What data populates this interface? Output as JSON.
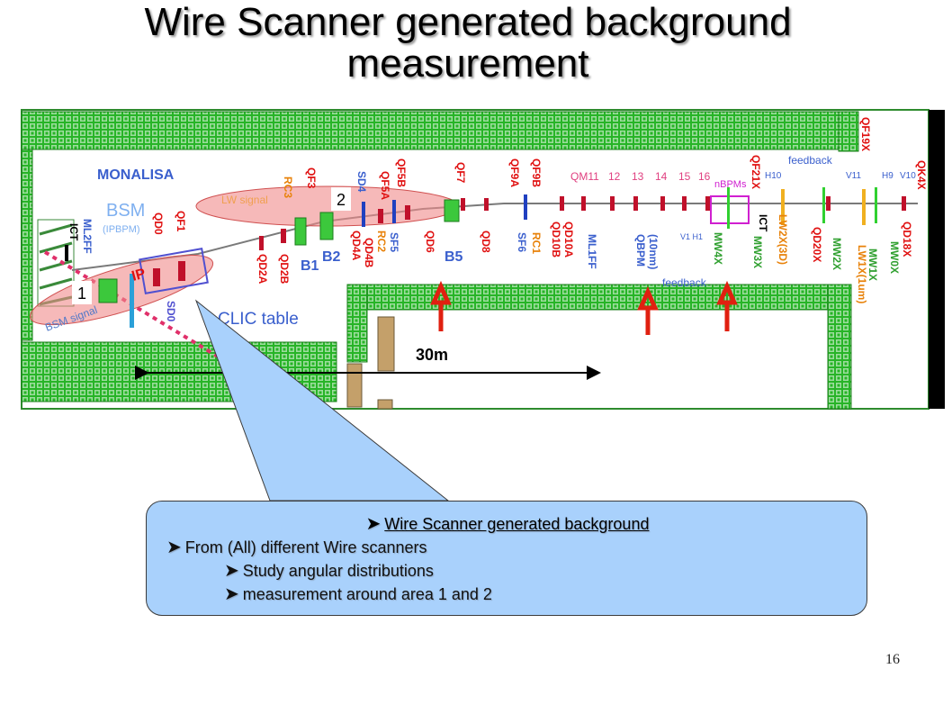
{
  "slide": {
    "title_line1": "Wire Scanner generated background",
    "title_line2": "measurement",
    "page_number": "16"
  },
  "diagram": {
    "labels": {
      "monalisa": "MONALISA",
      "bsm": "BSM",
      "ipbpm": "(IPBPM)",
      "clic_table": "CLIC table",
      "lw_signal": "LW signal",
      "bsm_signal": "BSM signal",
      "scale": "30m",
      "area1": "1",
      "area2": "2",
      "ip": "IP",
      "feedback_top": "feedback",
      "feedback_bottom": "feedback",
      "nbpms": "nBPMs",
      "ict_left": "ICT",
      "ict_right": "ICT",
      "b1": "B1",
      "b2": "B2",
      "b5": "B5",
      "h10": "H10",
      "v11": "V11",
      "h9": "H9",
      "v10": "V10",
      "v1h1": "V1 H1",
      "qm11": "QM11",
      "n12": "12",
      "n13": "13",
      "n14": "14",
      "n15": "15",
      "n16": "16",
      "ml2ff": "ML2FF",
      "qd0": "QD0",
      "qf1": "QF1",
      "sd0": "SD0",
      "rc3": "RC3",
      "qf3": "QF3",
      "qd2a": "QD2A",
      "qd2b": "QD2B",
      "sd4": "SD4",
      "qf5a": "QF5A",
      "qf5b": "QF5B",
      "qd4a": "QD4A",
      "qd4b": "QD4B",
      "rc2": "RC2",
      "sf5": "SF5",
      "qf7": "QF7",
      "qd6": "QD6",
      "qd8": "QD8",
      "qf9a": "QF9A",
      "qf9b": "QF9B",
      "sf6": "SF6",
      "rc1": "RC1",
      "qd10b": "QD10B",
      "qd10a": "QD10A",
      "ml1ff": "ML1FF",
      "qbpm": "QBPM",
      "qbpm_sub": "(10nm)",
      "qf21x": "QF21X",
      "mw4x": "MW4X",
      "mw3x": "MW3X",
      "lw2x": "LW2X(3D)",
      "qd20x": "QD20X",
      "mw2x": "MW2X",
      "qf19x": "QF19X",
      "mw1x": "MW1X",
      "lw1x": "LW1X(1um)",
      "mw0x": "MW0X",
      "qk4x": "QK4X",
      "qd18x": "QD18X"
    }
  },
  "callout": {
    "heading": "Wire Scanner generated background",
    "bullets": [
      "From (All) different Wire scanners",
      "Study angular distributions",
      "measurement around area 1 and 2"
    ],
    "bullet_icon": "arrow-bullet-icon"
  },
  "colors": {
    "wall_green": "#22b022",
    "beamline_grey": "#7a7a7a",
    "magnet_red": "#c0102a",
    "magnet_green": "#3cc83c",
    "label_blue": "#3a5fcd",
    "label_orange": "#e8820a",
    "ellipse_pink": "#f08a8a",
    "arrow_red": "#e02010",
    "callout_blue": "#a9d1fc"
  }
}
